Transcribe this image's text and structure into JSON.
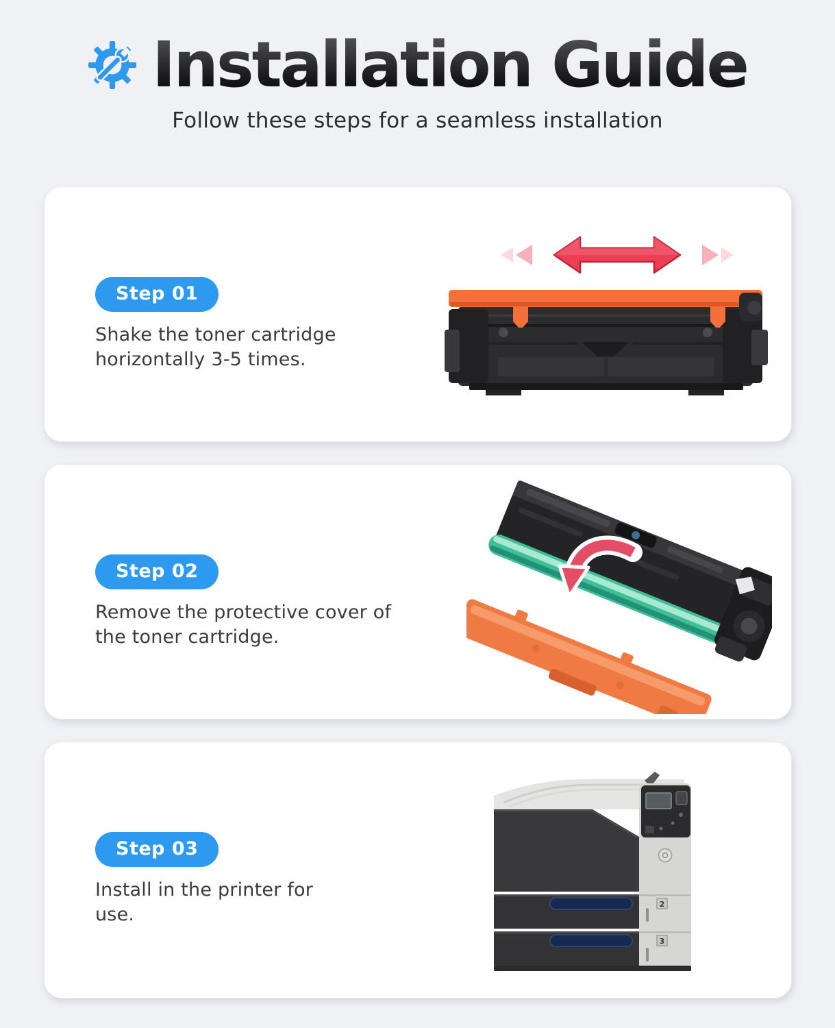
{
  "header": {
    "icon": "gear-wrench-icon",
    "title": "Installation Guide",
    "subtitle": "Follow these steps for a seamless installation"
  },
  "steps": [
    {
      "badge": "Step 01",
      "description": "Shake the toner cartridge\nhorizontally 3-5 times.",
      "illustration": "toner-cartridge-shake-image",
      "icons": [
        "shake-double-arrow-icon"
      ]
    },
    {
      "badge": "Step 02",
      "description": "Remove the protective cover of\nthe toner cartridge.",
      "illustration": "toner-cartridge-cover-removal-image",
      "icons": [
        "curved-remove-arrow-icon"
      ]
    },
    {
      "badge": "Step 03",
      "description": "Install in the printer for\nuse.",
      "illustration": "printer-image",
      "icons": []
    }
  ],
  "printer": {
    "tray_labels": [
      "2",
      "3"
    ]
  },
  "colors": {
    "page_bg": "#F0F1F5",
    "card_bg": "#FFFFFF",
    "accent_blue": "#2D9AF0",
    "arrow_red": "#EC3E55",
    "cover_orange": "#F0743E",
    "drum_green": "#3FBF97",
    "text_dark": "#3A3B41",
    "title_black": "#141417"
  }
}
